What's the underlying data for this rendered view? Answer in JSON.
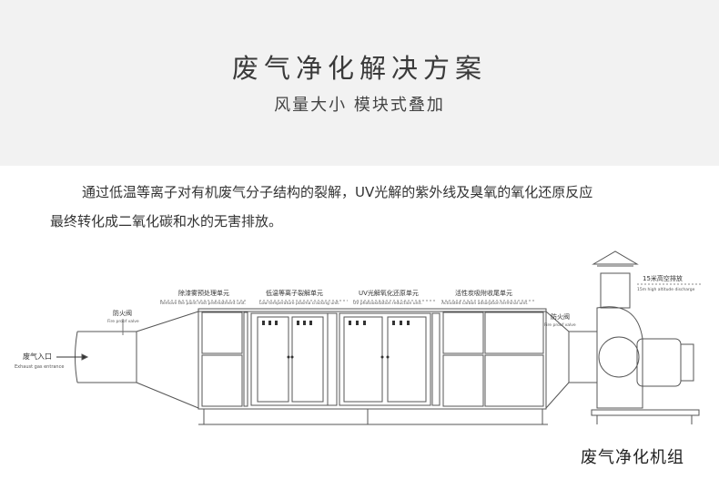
{
  "header": {
    "title": "废气净化解决方案",
    "subtitle": "风量大小 模块式叠加"
  },
  "description": {
    "line1": "通过低温等离子对有机废气分子结构的裂解，UV光解的紫外线及臭氧的氧化还原反应",
    "line2": "最终转化成二氧化碳和水的无害排放。"
  },
  "diagram": {
    "inlet_cn": "废气入口",
    "inlet_en": "Exhaust gas entrance",
    "fire_valve_left_cn": "防火阀",
    "fire_valve_left_en": "Fire proof valve",
    "stage1_cn": "除漆雾预处理单元",
    "stage1_en": "Remove the paint mist pretreatment unit.",
    "stage2_cn": "低温等离子裂解单元",
    "stage2_en": "Low temperature plasma cracking unit.",
    "stage3_cn": "UV光解氧化还原单元",
    "stage3_en": "UV photooxidation reduction unit.",
    "stage4_cn": "活性炭吸附收尾单元",
    "stage4_en": "Activated carbon adsorption terminal unit.",
    "fire_valve_right_cn": "防火阀",
    "fire_valve_right_en": "Fire proof valve",
    "discharge_cn": "15米高空排放",
    "discharge_en": "15m high altitude discharge"
  },
  "caption": "废气净化机组"
}
